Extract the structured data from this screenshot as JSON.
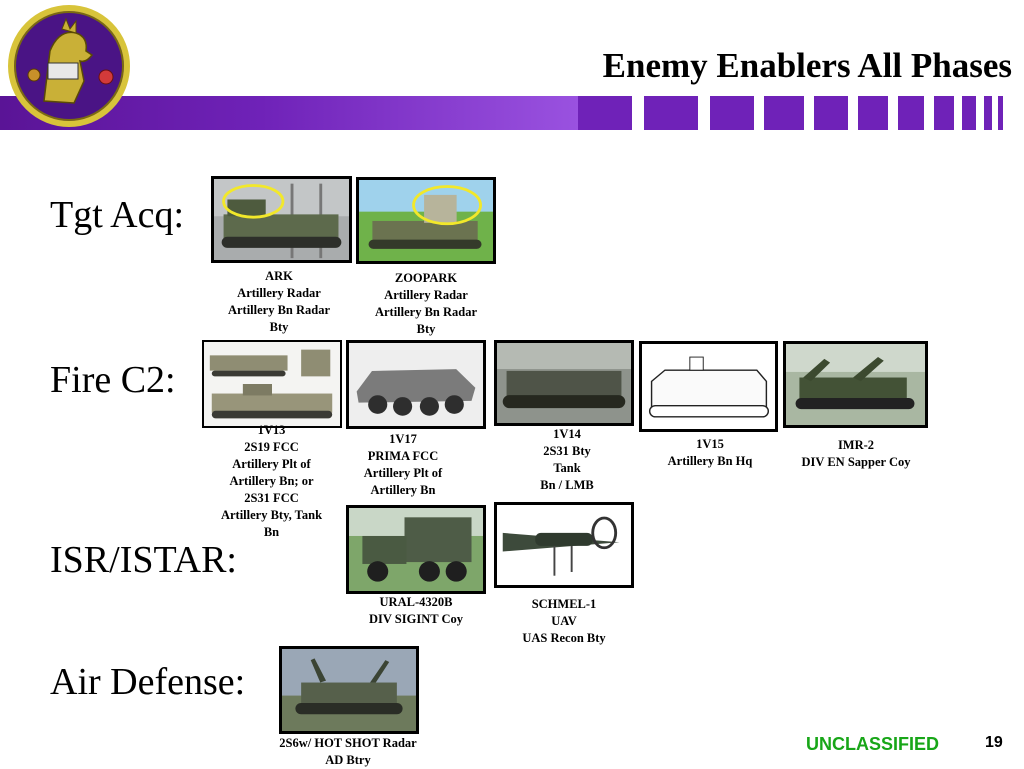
{
  "slide": {
    "title": "Enemy Enablers All Phases",
    "classification": "UNCLASSIFIED",
    "page_number": "19"
  },
  "rows": {
    "tgt_acq": "Tgt Acq:",
    "fire_c2": "Fire C2:",
    "isr": "ISR/ISTAR:",
    "air_defense": "Air Defense:"
  },
  "items": {
    "ark": [
      "ARK",
      "Artillery Radar",
      "Artillery Bn Radar",
      "Bty"
    ],
    "zoopark": [
      "ZOOPARK",
      "Artillery Radar",
      "Artillery Bn Radar",
      "Bty"
    ],
    "v13": [
      "1V13",
      "2S19 FCC",
      "Artillery Plt of",
      "Artillery Bn; or",
      "2S31 FCC",
      "Artillery Bty, Tank",
      "Bn"
    ],
    "v17": [
      "1V17",
      "PRIMA FCC",
      "Artillery Plt of",
      "Artillery Bn"
    ],
    "v14": [
      "1V14",
      "2S31 Bty",
      "Tank",
      "Bn / LMB"
    ],
    "v15": [
      "1V15",
      "Artillery Bn Hq"
    ],
    "imr2": [
      "IMR-2",
      "DIV EN Sapper Coy"
    ],
    "ural": [
      "URAL-4320B",
      "DIV SIGINT Coy"
    ],
    "schmel": [
      "SCHMEL-1",
      "UAV",
      "UAS Recon Bty"
    ],
    "s6": [
      "2S6w/ HOT SHOT Radar",
      "AD Btry"
    ]
  },
  "colors": {
    "band": "#6f22b8",
    "emblem_ring": "#d8c43a",
    "classification": "#18a618",
    "highlight_circle": "#f2e82a"
  },
  "icons": {
    "emblem": "unit-emblem-lion-icon"
  }
}
